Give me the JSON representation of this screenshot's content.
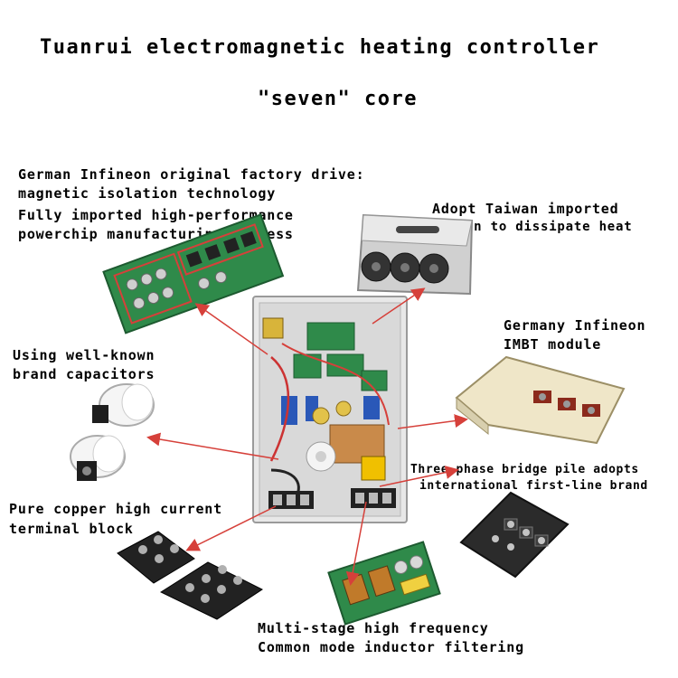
{
  "title": {
    "line1": "Tuanrui electromagnetic heating controller",
    "line2": "\"seven\" core"
  },
  "captions": {
    "drive_1": "German Infineon original factory drive:",
    "drive_2": "magnetic isolation technology",
    "drive_3": "Fully imported high-performance",
    "drive_4": "powerchip manufacturing process",
    "fan_1": "Adopt Taiwan imported",
    "fan_2": "DC fan to dissipate heat",
    "igbt_1": "Germany Infineon",
    "igbt_2": "IMBT module",
    "cap_1": "Using well-known",
    "cap_2": "brand capacitors",
    "bridge_1": "Three-phase bridge pile adopts",
    "bridge_2": "international first-line brand",
    "terminal_1": "Pure copper high current",
    "terminal_2": "terminal block",
    "inductor_1": "Multi-stage high frequency",
    "inductor_2": "Common mode inductor filtering"
  },
  "colors": {
    "arrow": "#d6403a",
    "pcb_green": "#2f8a4a",
    "enclosure": "#e6e6e6",
    "module_beige": "#efe6c8",
    "bridge_black": "#2b2b2b"
  }
}
